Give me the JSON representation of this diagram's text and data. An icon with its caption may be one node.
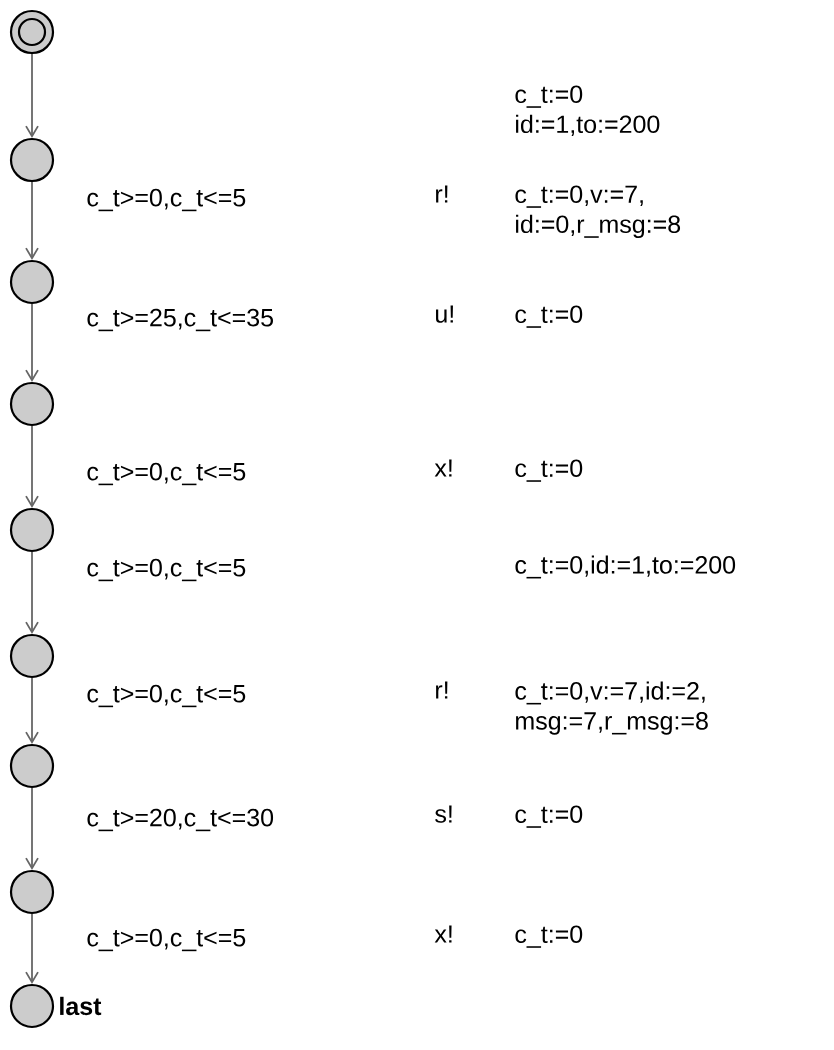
{
  "diagram": {
    "nodes": [
      {
        "text": [],
        "shape": "double-circle"
      },
      {
        "text": [],
        "shape": "circle"
      },
      {
        "text": [],
        "shape": "circle"
      },
      {
        "text": [],
        "shape": "circle"
      },
      {
        "text": [],
        "shape": "circle"
      },
      {
        "text": [],
        "shape": "circle"
      },
      {
        "text": [],
        "shape": "circle"
      },
      {
        "text": [],
        "shape": "circle"
      },
      {
        "text": [],
        "shape": "circle",
        "beside": [
          "last"
        ]
      }
    ],
    "edges": [
      {
        "from": 0,
        "to": 1,
        "arrow": "to"
      },
      {
        "from": 1,
        "to": 2,
        "arrow": "to",
        "label": "c_t>=0,c_t<=5"
      },
      {
        "from": 2,
        "to": 3,
        "arrow": "to",
        "label": "c_t>=25,c_t<=35"
      },
      {
        "from": 3,
        "to": 4,
        "arrow": "to",
        "label": "c_t>=0,c_t<=5"
      },
      {
        "from": 4,
        "to": 5,
        "arrow": "to",
        "label": "c_t>=0,c_t<=5"
      },
      {
        "from": 5,
        "to": 6,
        "arrow": "to",
        "label": "c_t>=0,c_t<=5"
      },
      {
        "from": 6,
        "to": 7,
        "arrow": "to",
        "label": "c_t>=20,c_t<=30"
      },
      {
        "from": 7,
        "to": 8,
        "arrow": "to",
        "label": "c_t>=0,c_t<=5"
      }
    ],
    "labels": [
      "c_t:=0 id:=1,to:=200",
      "r!",
      "c_t:=0,v:=7, id:=0,r_msg:=8",
      "u!",
      "c_t:=0",
      "x!",
      "c_t:=0",
      "c_t:=0,id:=1,to:=200",
      "r!",
      "c_t:=0,v:=7,id:=2, msg:=7,r_msg:=8",
      "s!",
      "c_t:=0",
      "x!",
      "c_t:=0"
    ]
  }
}
